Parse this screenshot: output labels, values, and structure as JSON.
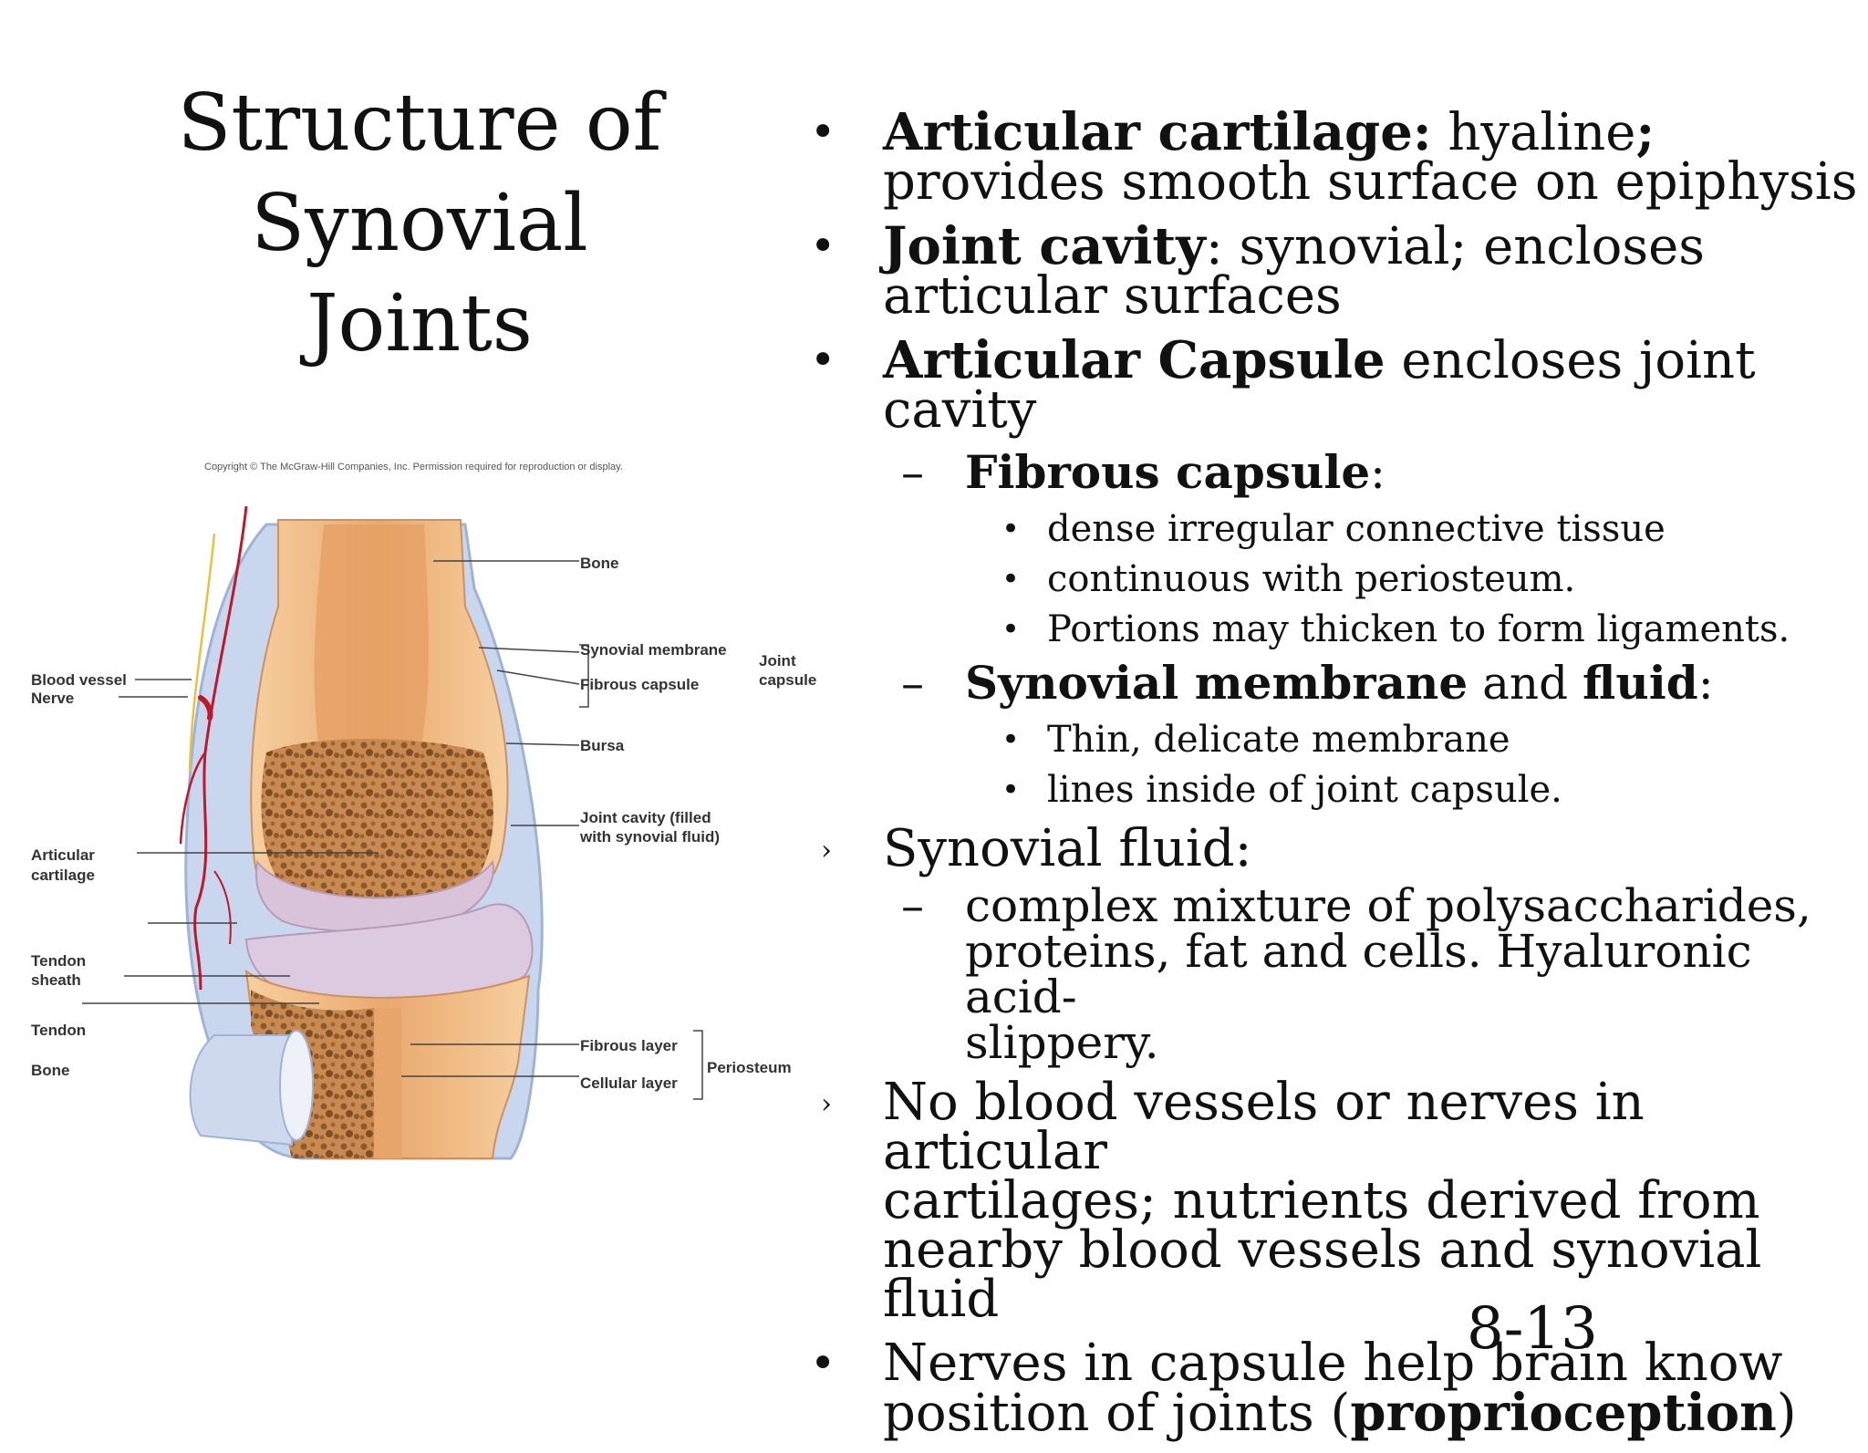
{
  "slide": {
    "title_lines": [
      "Structure of",
      "Synovial",
      "Joints"
    ],
    "page_number": "8-13",
    "copyright": "Copyright © The McGraw-Hill Companies, Inc. Permission required for reproduction or display."
  },
  "figure_labels": {
    "bone_top": "Bone",
    "synovial_membrane": "Synovial membrane",
    "fibrous_capsule": "Fibrous capsule",
    "joint_capsule_1": "Joint",
    "joint_capsule_2": "capsule",
    "bursa": "Bursa",
    "joint_cavity_1": "Joint cavity (filled",
    "joint_cavity_2": "with synovial fluid)",
    "blood_vessel": "Blood vessel",
    "nerve": "Nerve",
    "articular_cartilage_1": "Articular",
    "articular_cartilage_2": "cartilage",
    "tendon_sheath_1": "Tendon",
    "tendon_sheath_2": "sheath",
    "tendon": "Tendon",
    "bone_bottom": "Bone",
    "fibrous_layer": "Fibrous layer",
    "cellular_layer": "Cellular layer",
    "periosteum": "Periosteum"
  },
  "bullets": {
    "b1_bold": "Articular cartilage:",
    "b1_rest": " hyaline",
    "b1_semi": ";",
    "b1_line2": "provides smooth surface on epiphysis",
    "b2_bold": "Joint cavity",
    "b2_rest": ": synovial; encloses",
    "b2_line2": "articular surfaces",
    "b3_bold": "Articular Capsule",
    "b3_rest": " encloses joint",
    "b3_line2": "cavity",
    "s1_bold": "Fibrous capsule",
    "s1_rest": ":",
    "s1_items": [
      "dense irregular connective tissue",
      "continuous with periosteum.",
      "Portions may thicken to form ligaments."
    ],
    "s2_bold1": "Synovial membrane",
    "s2_mid": " and ",
    "s2_bold2": "fluid",
    "s2_rest": ":",
    "s2_items": [
      "Thin, delicate membrane",
      " lines inside of joint capsule."
    ],
    "b4": "Synovial fluid:",
    "b4_sub_line1": "complex mixture of polysaccharides,",
    "b4_sub_line2": "proteins, fat and cells. Hyaluronic acid-",
    "b4_sub_line3": "slippery.",
    "b5_line1": "No blood vessels or nerves in articular",
    "b5_line2": "cartilages; nutrients derived  from",
    "b5_line3": "nearby blood vessels and synovial fluid",
    "b6_line1": "Nerves in capsule help brain know",
    "b6_pre": "position of joints (",
    "b6_bold": "proprioception",
    "b6_post": ")"
  },
  "colors": {
    "bone": "#e9a870",
    "cartilage": "#d8c3d8",
    "capsule": "#c9d7ee",
    "vessel": "#c0182a"
  }
}
